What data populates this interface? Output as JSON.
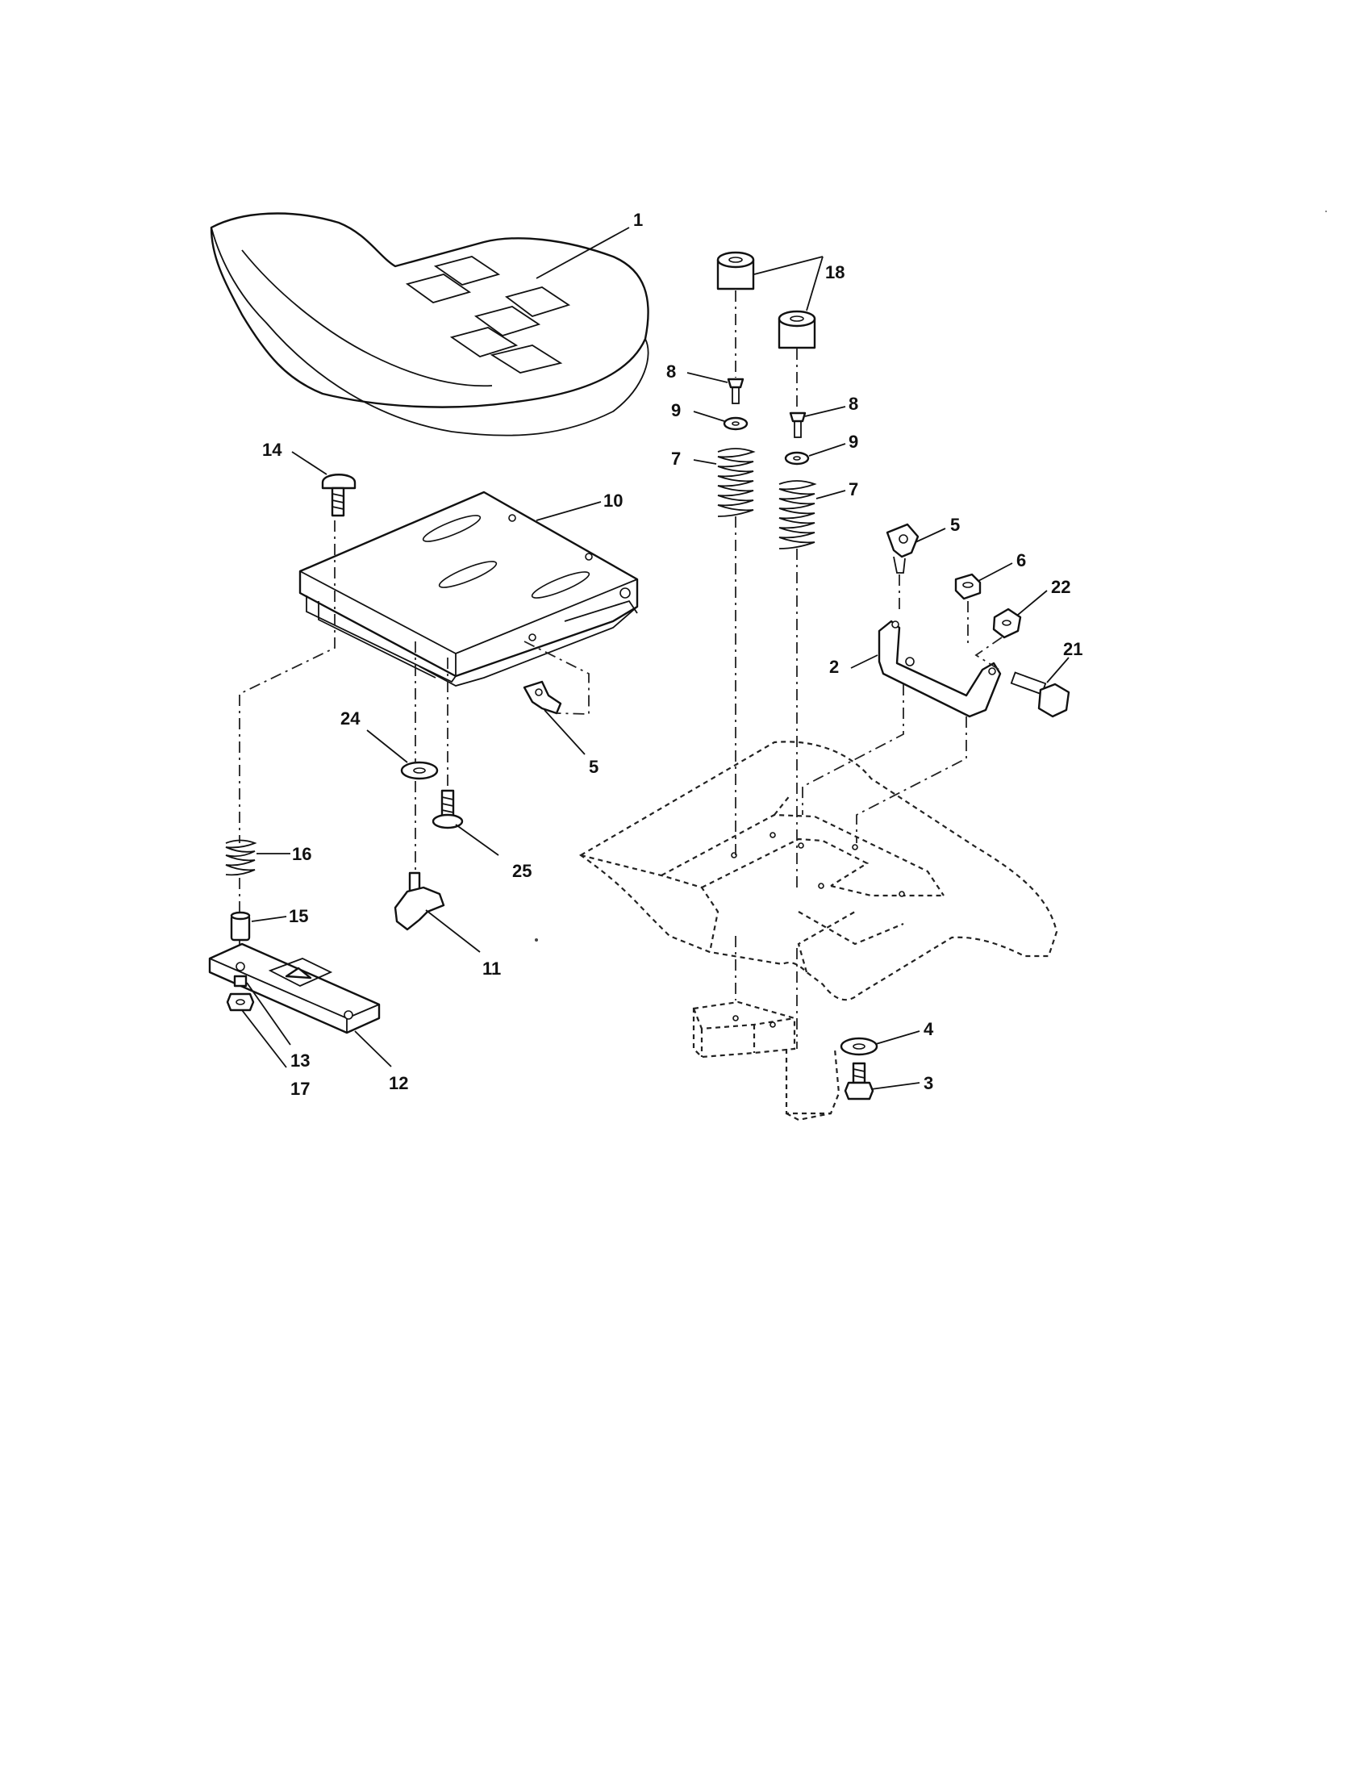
{
  "diagram": {
    "callouts": {
      "c1": "1",
      "c18": "18",
      "c8a": "8",
      "c8b": "8",
      "c9a": "9",
      "c9b": "9",
      "c7a": "7",
      "c7b": "7",
      "c14": "14",
      "c10": "10",
      "c5a": "5",
      "c5b": "5",
      "c6": "6",
      "c22": "22",
      "c2": "2",
      "c21": "21",
      "c24": "24",
      "c25": "25",
      "c16": "16",
      "c15": "15",
      "c11": "11",
      "c13": "13",
      "c17": "17",
      "c12": "12",
      "c4": "4",
      "c3": "3"
    }
  }
}
